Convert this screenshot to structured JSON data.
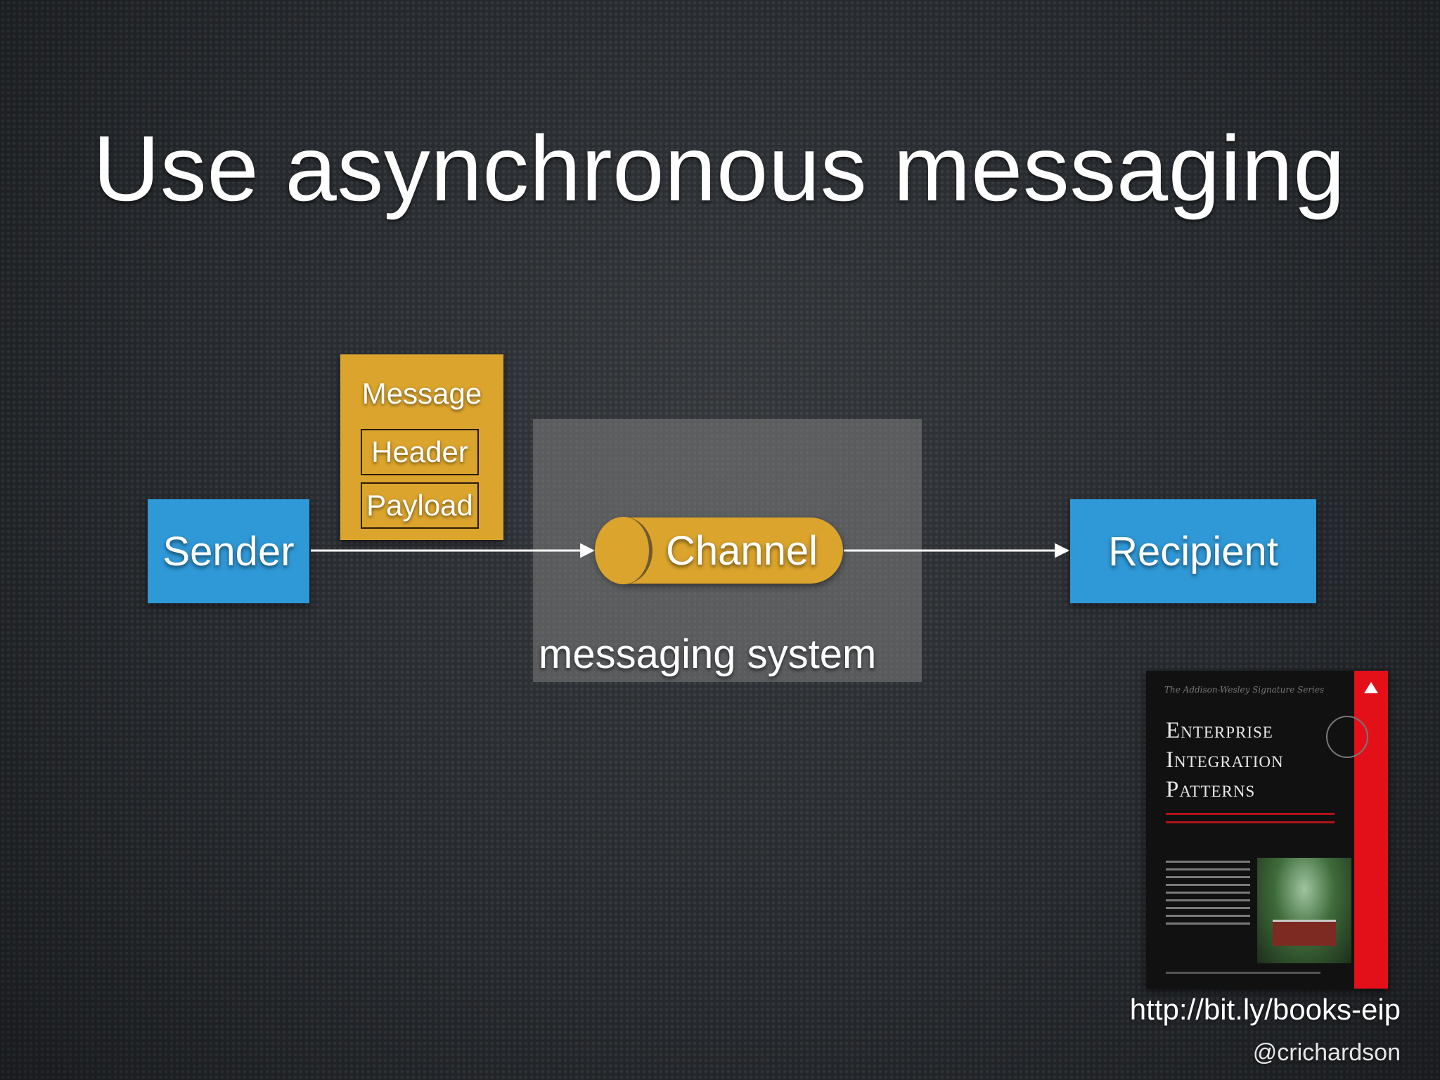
{
  "slide": {
    "title": "Use asynchronous messaging"
  },
  "diagram": {
    "sender_label": "Sender",
    "recipient_label": "Recipient",
    "message": {
      "label": "Message",
      "header_label": "Header",
      "payload_label": "Payload"
    },
    "channel_label": "Channel",
    "system_label": "messaging system",
    "colors": {
      "endpoint": "#2f98d6",
      "message": "#dba42c",
      "channel": "#dba42c",
      "system_background": "#7d7d7d"
    }
  },
  "book": {
    "series": "The Addison-Wesley Signature Series",
    "title_lines": [
      "Enterprise",
      "Integration",
      "Patterns"
    ],
    "cover_accent": "#e3101a"
  },
  "footer": {
    "url": "http://bit.ly/books-eip",
    "handle": "@crichardson"
  }
}
